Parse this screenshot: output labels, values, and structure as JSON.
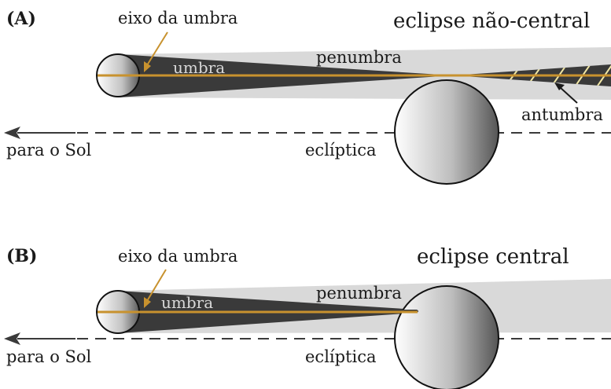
{
  "colors": {
    "penumbra": "#d9d9d9",
    "umbra": "#3a3a3a",
    "axis": "#c8922e",
    "antumbra_hatch": "#f1e7a6",
    "ecliptic": "#3a3a3a"
  },
  "panel_a": {
    "tag": "(A)",
    "title": "eclipse não-central",
    "axis_label": "eixo da umbra",
    "umbra_label": "umbra",
    "penumbra_label": "penumbra",
    "antumbra_label": "antumbra",
    "sun_label": "para o Sol",
    "ecliptic_label": "eclíptica"
  },
  "panel_b": {
    "tag": "(B)",
    "title": "eclipse central",
    "axis_label": "eixo da umbra",
    "umbra_label": "umbra",
    "penumbra_label": "penumbra",
    "sun_label": "para o Sol",
    "ecliptic_label": "eclíptica"
  }
}
